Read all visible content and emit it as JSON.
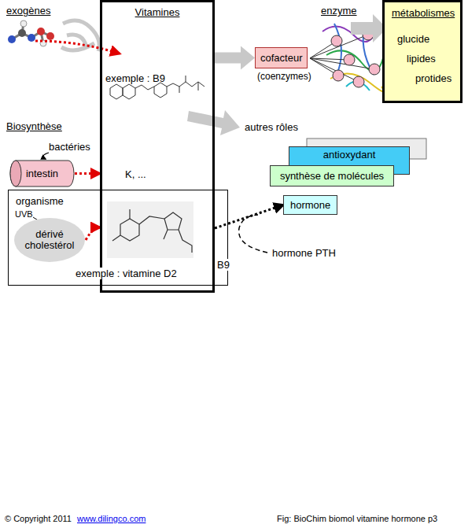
{
  "diagram": {
    "nodes": [
      {
        "text": [
          "Vitamines",
          "exemple : B9",
          "K, ..."
        ]
      },
      {
        "text": [
          "cofacteur",
          "(coenzymes)"
        ]
      },
      {
        "text": [
          "métabolismes",
          "glucide",
          "lipides",
          "protides"
        ]
      },
      {
        "text": [
          "intestin"
        ]
      },
      {
        "text": [
          "organisme",
          "exemple : vitamine D2"
        ]
      },
      {
        "text": [
          "dérivé cholestérol"
        ],
        "in": 4
      },
      {
        "text": [
          "hormone"
        ]
      },
      {
        "text": [
          "antioxydant"
        ]
      },
      {
        "text": [
          "synthèse de molécules"
        ]
      }
    ],
    "edges": [
      {
        "from": 0,
        "to": 1,
        "arrow": "to"
      },
      {
        "from": 3,
        "to": 0,
        "arrow": "to"
      },
      {
        "from": 5,
        "to": 0,
        "arrow": "to"
      },
      {
        "from": 0,
        "to": 6,
        "arrow": "to"
      }
    ],
    "labels": [
      "exogènes",
      "enzyme",
      "Biosynthèse",
      "bactéries",
      "UVB",
      "autres rôles",
      "hormone PTH",
      "B9",
      "© Copyright 2011",
      "www.dilingco.com",
      "Fig: BioChim biomol vitamine hormone p3"
    ]
  }
}
